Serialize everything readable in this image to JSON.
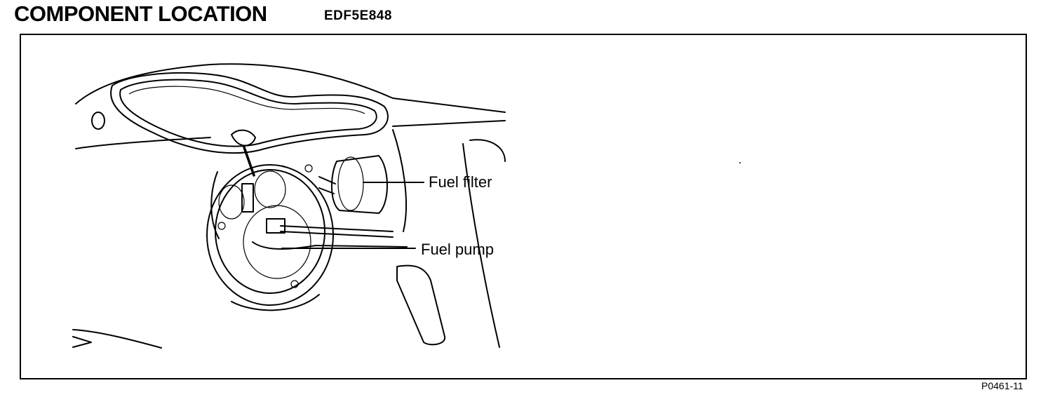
{
  "header": {
    "title": "COMPONENT LOCATION",
    "code": "EDF5E848"
  },
  "callouts": {
    "fuel_filter": "Fuel filter",
    "fuel_pump": "Fuel pump"
  },
  "figure_ref": "P0461-11"
}
